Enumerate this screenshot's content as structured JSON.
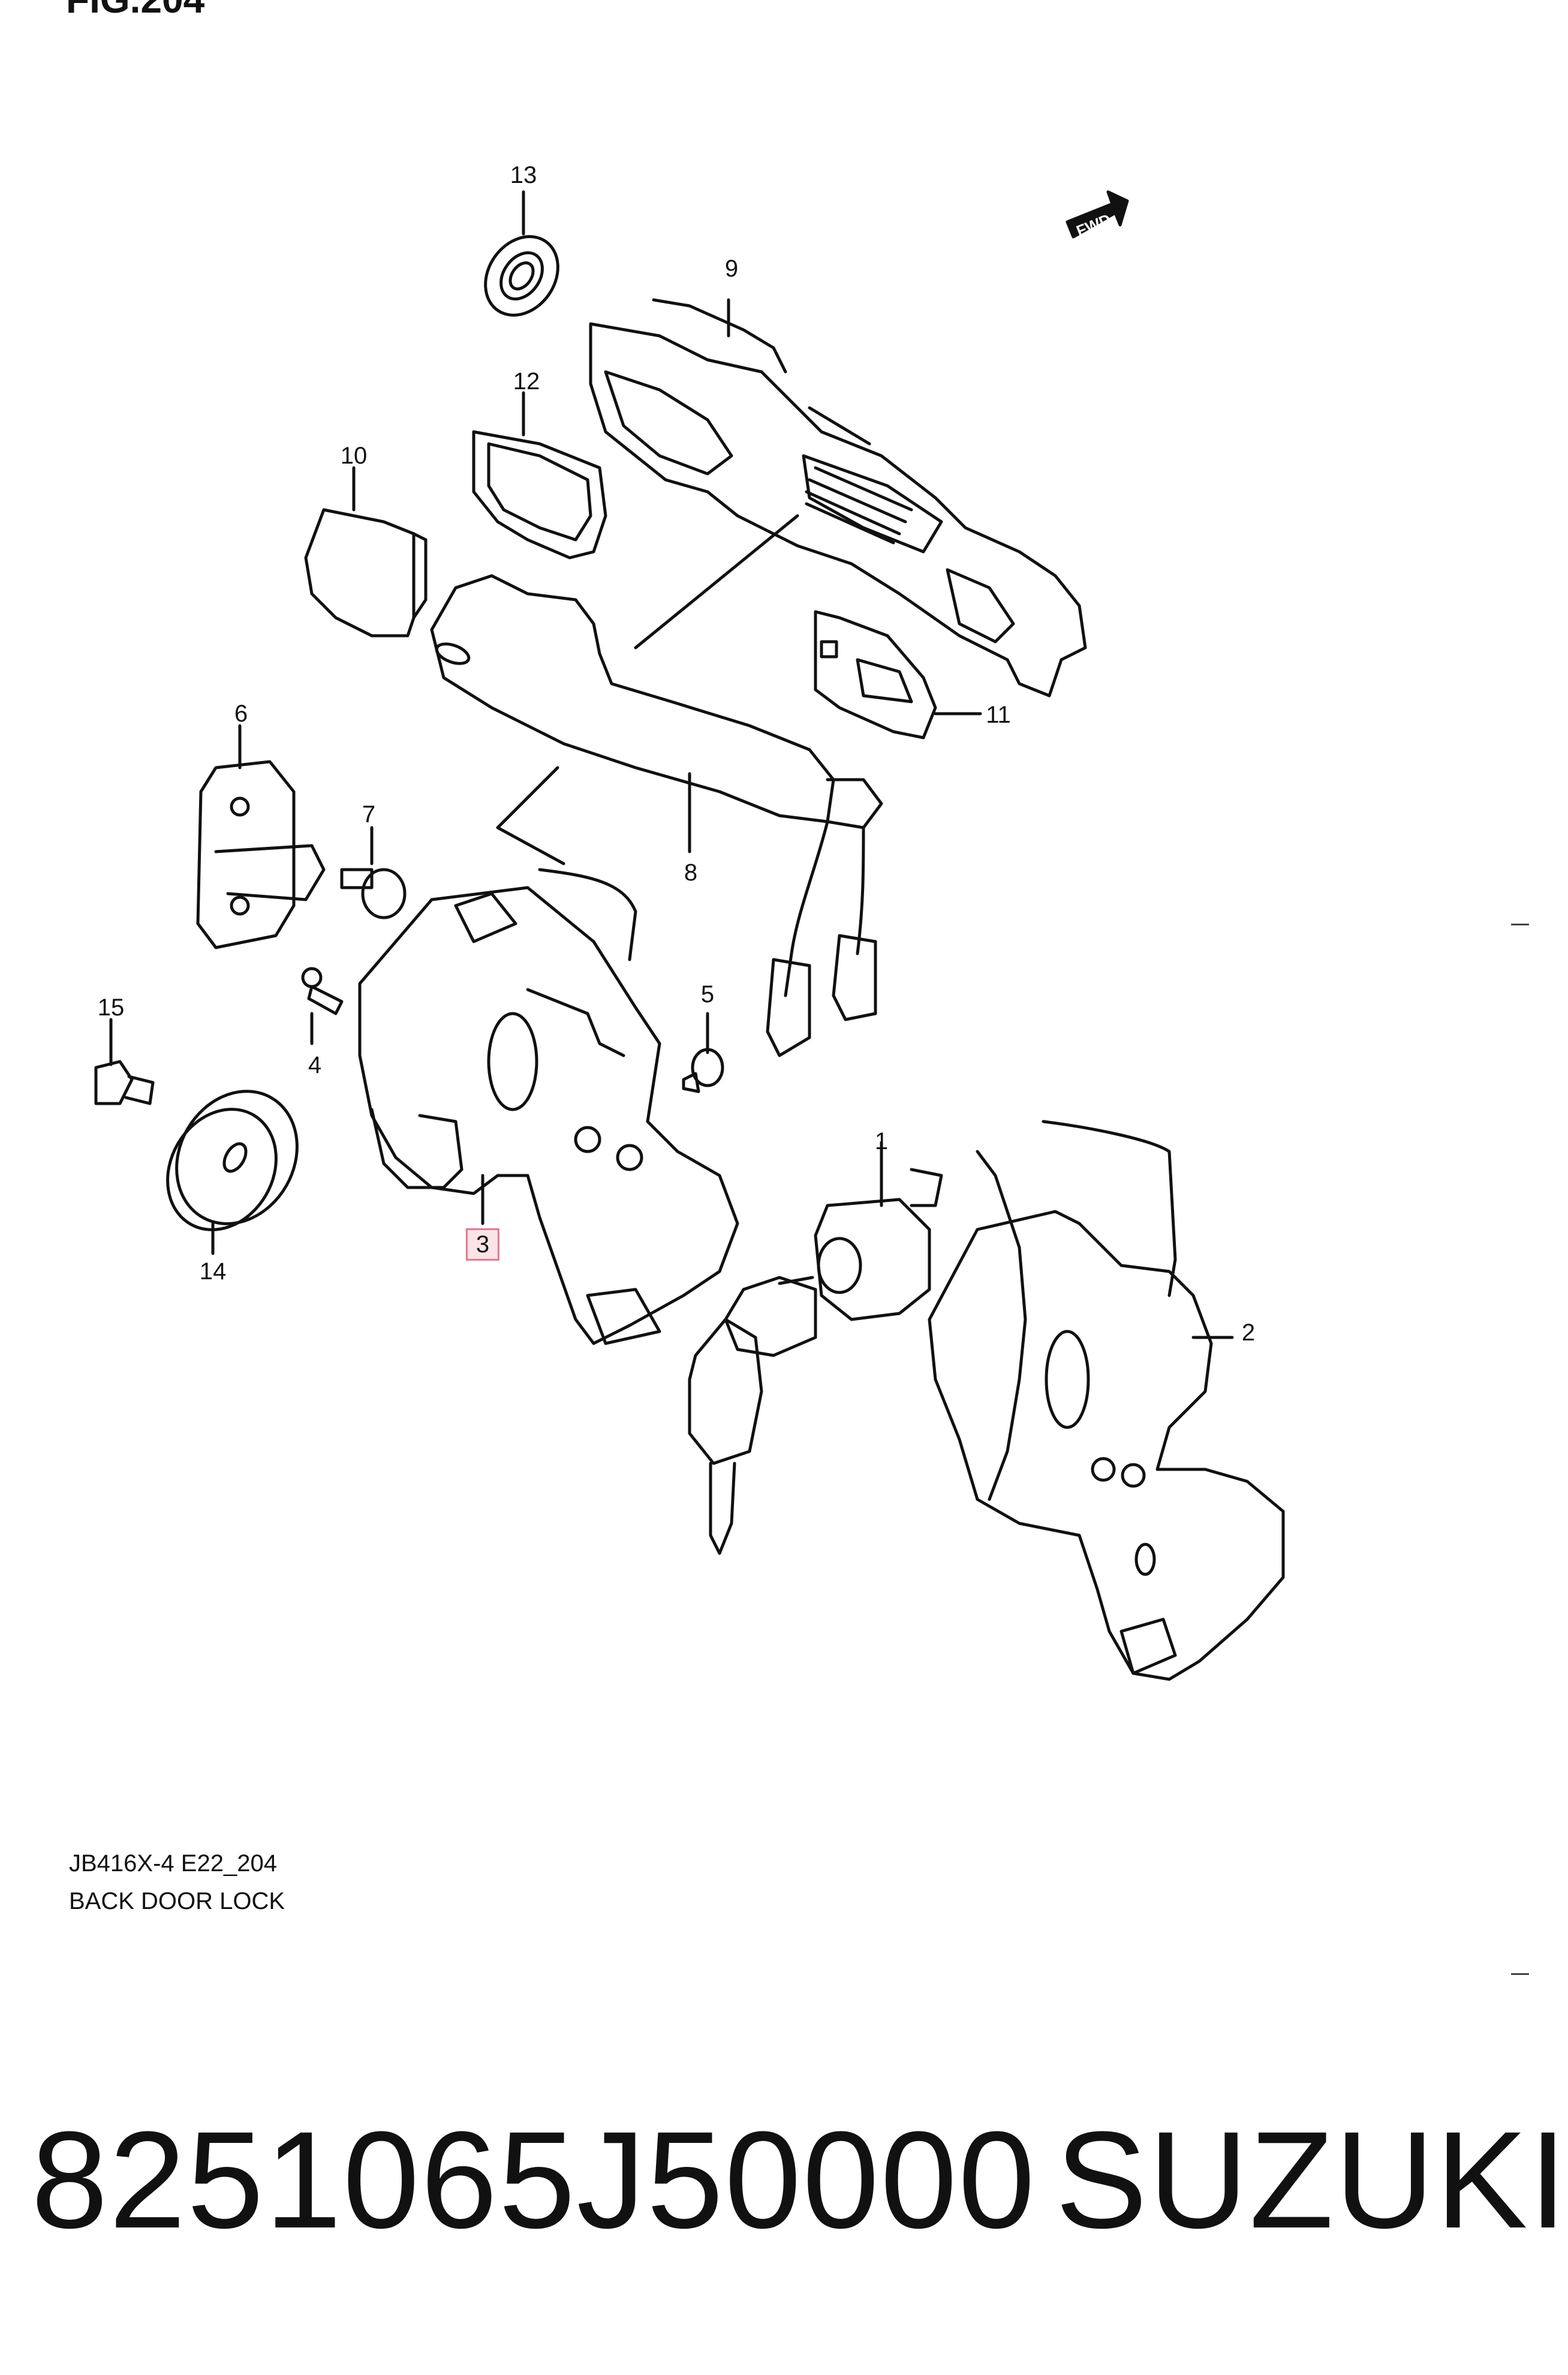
{
  "figure": {
    "title": "FIG.204",
    "fwd_label": "FWD",
    "callouts": [
      "13",
      "9",
      "12",
      "10",
      "11",
      "6",
      "7",
      "8",
      "15",
      "4",
      "5",
      "3",
      "14",
      "1",
      "2"
    ],
    "highlighted_callout": "3",
    "caption_code": "JB416X-4 E22_204",
    "caption_name": "BACK DOOR LOCK"
  },
  "footer": {
    "part_number": "8251065J50000",
    "brand": "SUZUKI"
  },
  "colors": {
    "line": "#111111",
    "highlight_border": "#e37a8c",
    "highlight_fill": "#fbe3e8"
  }
}
